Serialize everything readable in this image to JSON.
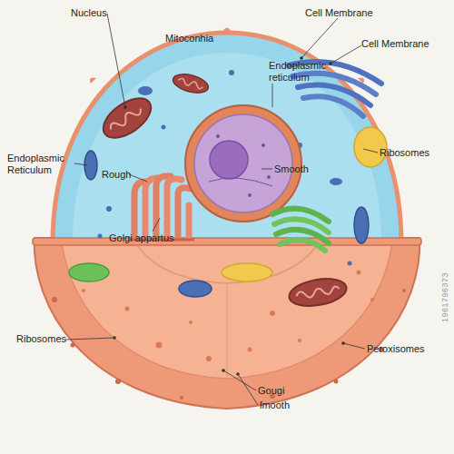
{
  "diagram": {
    "labels": [
      "Nucleus",
      "Mitoconhia",
      "Cell Membrane",
      "Cell Membrane",
      "Endoplasmic reticulum",
      "Endoplasmic Reticulum",
      "Rough",
      "Smooth",
      "Ribosomes",
      "Golgi appartus",
      "Ribosomes",
      "Peroxisomes",
      "Gougi",
      "ſmooth",
      "1961796373"
    ]
  }
}
